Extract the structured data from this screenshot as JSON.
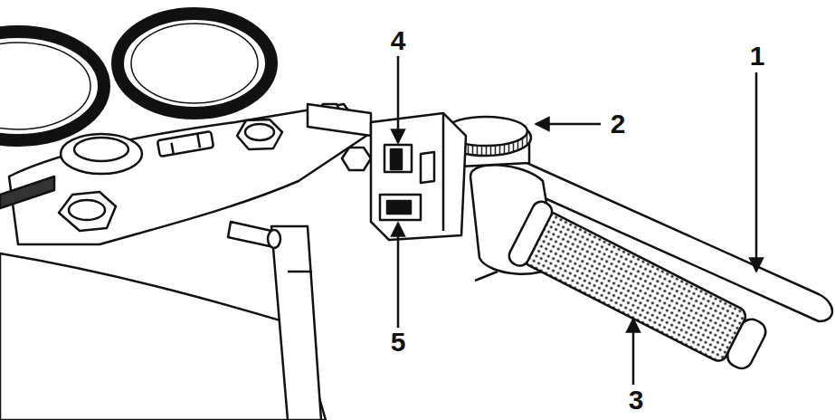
{
  "diagram": {
    "labels": [
      "4",
      "1",
      "2",
      "5",
      "3"
    ]
  }
}
